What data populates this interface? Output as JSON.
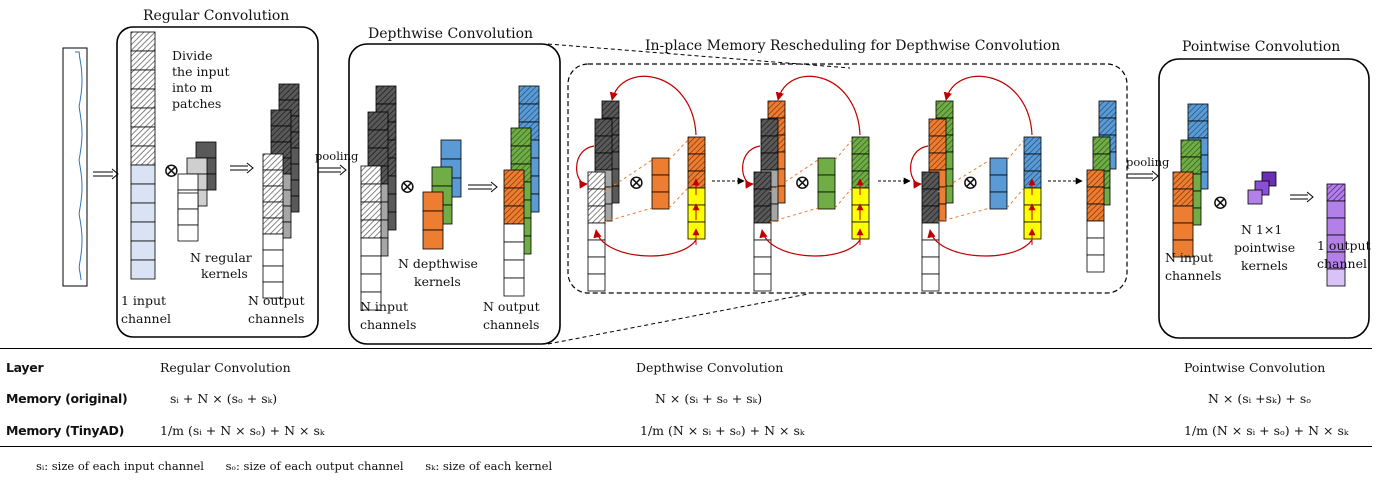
{
  "panels": {
    "regular": {
      "title": "Regular Convolution",
      "note": [
        "Divide",
        "the input",
        "into m",
        "patches"
      ],
      "input_label": [
        "1 input",
        "channel"
      ],
      "kernel_label": [
        "N regular",
        "kernels"
      ],
      "output_label": [
        "N output",
        "channels"
      ]
    },
    "pooling_1": "pooling",
    "depthwise": {
      "title": "Depthwise Convolution",
      "input_label": [
        "N input",
        "channels"
      ],
      "kernel_label": [
        "N depthwise",
        "kernels"
      ],
      "output_label": [
        "N output",
        "channels"
      ]
    },
    "inplace": {
      "title": "In-place Memory Rescheduling for Depthwise Convolution"
    },
    "pooling_2": "pooling",
    "pointwise": {
      "title": "Pointwise Convolution",
      "input_label": [
        "N input",
        "channels"
      ],
      "kernel_label": [
        "N 1×1",
        "pointwise",
        "kernels"
      ],
      "output_label": [
        "1 output",
        "channel"
      ]
    }
  },
  "colors": {
    "blue": "#5b9bd5",
    "green": "#70ad47",
    "orange": "#ed7d31",
    "yellow": "#ffff00",
    "purple": "#b37fe8",
    "dark_gray": "#595959",
    "mid_gray": "#a6a6a6",
    "light_blue": "#dae3f3",
    "arrow_red": "#c00000"
  },
  "table": {
    "header": {
      "label": "Layer",
      "regular": "Regular Convolution",
      "depthwise": "Depthwise Convolution",
      "pointwise": "Pointwise Convolution"
    },
    "memory_original": {
      "label": "Memory (original)",
      "regular": "sᵢ + N × (sₒ + sₖ)",
      "depthwise": "N × (sᵢ + sₒ + sₖ)",
      "pointwise": "N × (sᵢ +sₖ) + sₒ"
    },
    "memory_tinyad": {
      "label": "Memory (TinyAD)",
      "regular": "1/m (sᵢ + N × sₒ) + N × sₖ",
      "depthwise": "1/m (N × sᵢ + sₒ) + N × sₖ",
      "pointwise": "1/m (N × sᵢ + sₒ) + N × sₖ"
    }
  },
  "legend": {
    "si": "sᵢ: size of each input channel",
    "so": "sₒ: size of each output channel",
    "sk": "sₖ: size of each kernel"
  }
}
